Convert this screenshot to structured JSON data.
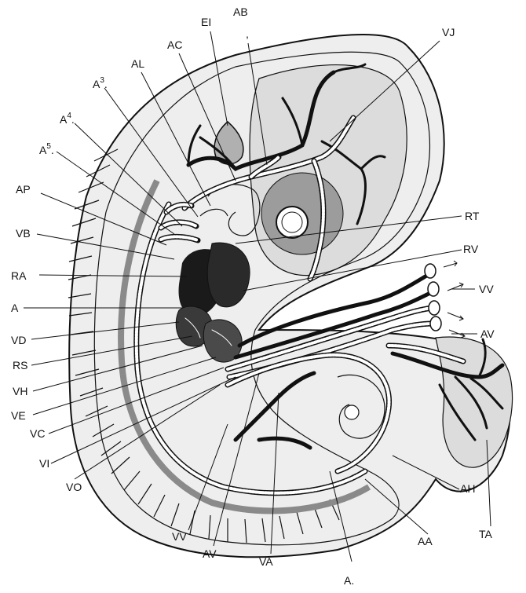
{
  "labels": {
    "EI": "EI",
    "AB": "AB",
    "VJ": "VJ",
    "AC": "AC",
    "AL": "AL",
    "A3": "A",
    "A3_sup": "3",
    "A4": "A",
    "A4_sup": "4",
    "A5": "A",
    "A5_sup": "5",
    "AP": "AP",
    "VB": "VB",
    "RT": "RT",
    "RV": "RV",
    "RA": "RA",
    "VV_right": "VV",
    "A_left": "A",
    "AV_right": "AV",
    "VD": "VD",
    "RS": "RS",
    "VH": "VH",
    "VE": "VE",
    "VC": "VC",
    "VI": "VI",
    "VO": "VO",
    "AH": "AH",
    "TA": "TA",
    "AA": "AA",
    "VV_bottom": "VV",
    "AV_bottom": "AV",
    "VA": "VA",
    "A_bottom": "A."
  }
}
